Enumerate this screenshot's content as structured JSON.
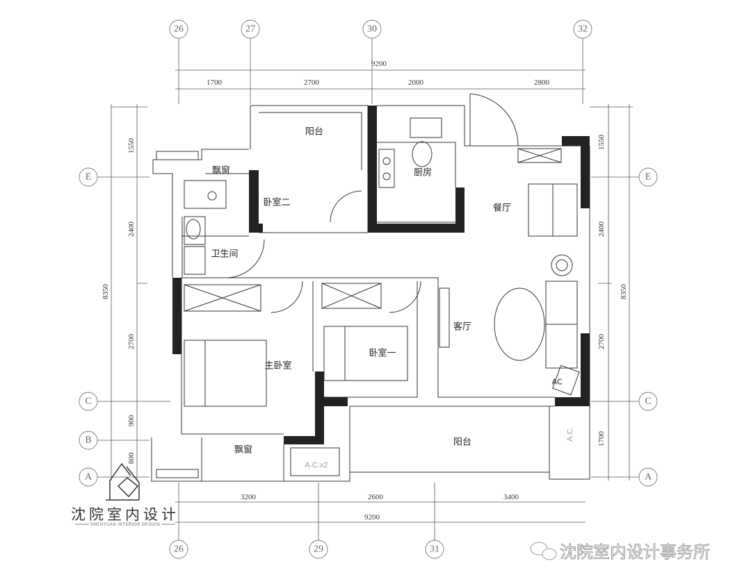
{
  "axes": {
    "top": [
      "26",
      "27",
      "30",
      "32"
    ],
    "bottom": [
      "26",
      "29",
      "31"
    ],
    "left": [
      "E",
      "C",
      "B",
      "A"
    ],
    "right": [
      "E",
      "C",
      "A"
    ]
  },
  "dimensions": {
    "top_total": "9200",
    "top": [
      "1700",
      "2700",
      "2000",
      "2800"
    ],
    "bottom": [
      "3200",
      "2600",
      "3400"
    ],
    "bottom_total": "9200",
    "left_total": "8350",
    "left": [
      "1550",
      "2400",
      "2700",
      "900",
      "800"
    ],
    "right_total": "8350",
    "right": [
      "1550",
      "2400",
      "2700",
      "1700"
    ]
  },
  "rooms": {
    "balcony_north": "阳台",
    "bay_window_north": "飘窗",
    "bedroom_two": "卧室二",
    "kitchen": "厨房",
    "dining": "餐厅",
    "bathroom": "卫生间",
    "living": "客厅",
    "master_bedroom": "主卧室",
    "bedroom_one": "卧室一",
    "balcony_south": "阳台",
    "bay_window_south": "飘窗"
  },
  "equipment": {
    "ac_double": "A.C.x2",
    "ac_living": "AC",
    "ac_east": "A.C."
  },
  "branding": {
    "logo_cn": "沈院室内设计",
    "logo_en": "SHENYUAN INTERIOR DESIGN",
    "watermark": "沈院室内设计事务所"
  }
}
